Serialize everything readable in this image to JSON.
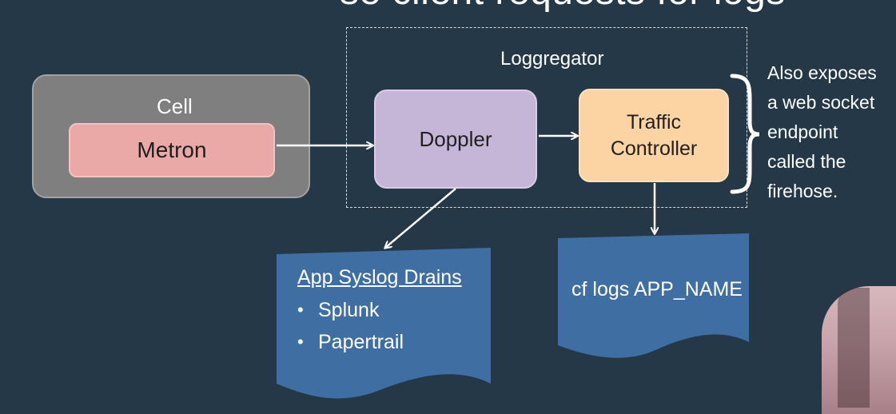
{
  "title_fragment": "se client requests for logs.",
  "loggregator": {
    "label": "Loggregator"
  },
  "cell": {
    "label": "Cell"
  },
  "metron": {
    "label": "Metron"
  },
  "doppler": {
    "label": "Doppler"
  },
  "traffic_controller": {
    "line1": "Traffic",
    "line2": "Controller"
  },
  "firehose_note": {
    "lines": [
      "Also exposes",
      "a web socket",
      "endpoint",
      "called the",
      "firehose."
    ]
  },
  "syslog_drains": {
    "heading": "App Syslog Drains",
    "items": [
      "Splunk",
      "Papertrail"
    ],
    "bullet": "•"
  },
  "cf_logs": {
    "label": "cf logs APP_NAME"
  },
  "colors": {
    "background": "#243848",
    "cell": "#7f7f7f",
    "metron": "#eaa9a6",
    "doppler": "#c5b6d8",
    "traffic_controller": "#fcd3a3",
    "document_shape": "#3f6fa2",
    "arrow": "#ffffff"
  }
}
